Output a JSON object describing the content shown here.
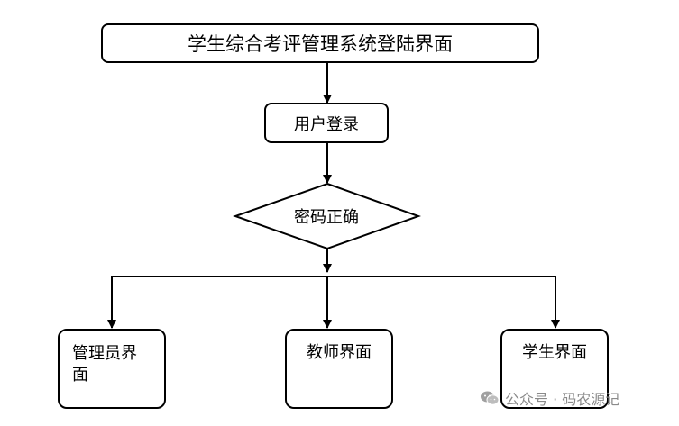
{
  "flowchart": {
    "title": "学生综合考评管理系统登陆界面",
    "login": "用户登录",
    "decision": "密码正确",
    "admin_line1": "管理员界",
    "admin_line2": "面",
    "teacher": "教师界面",
    "student": "学生界面"
  },
  "watermark": {
    "text": "公众号 · 码农源记"
  },
  "colors": {
    "stroke": "#000000",
    "watermark": "#8a8a8a"
  }
}
